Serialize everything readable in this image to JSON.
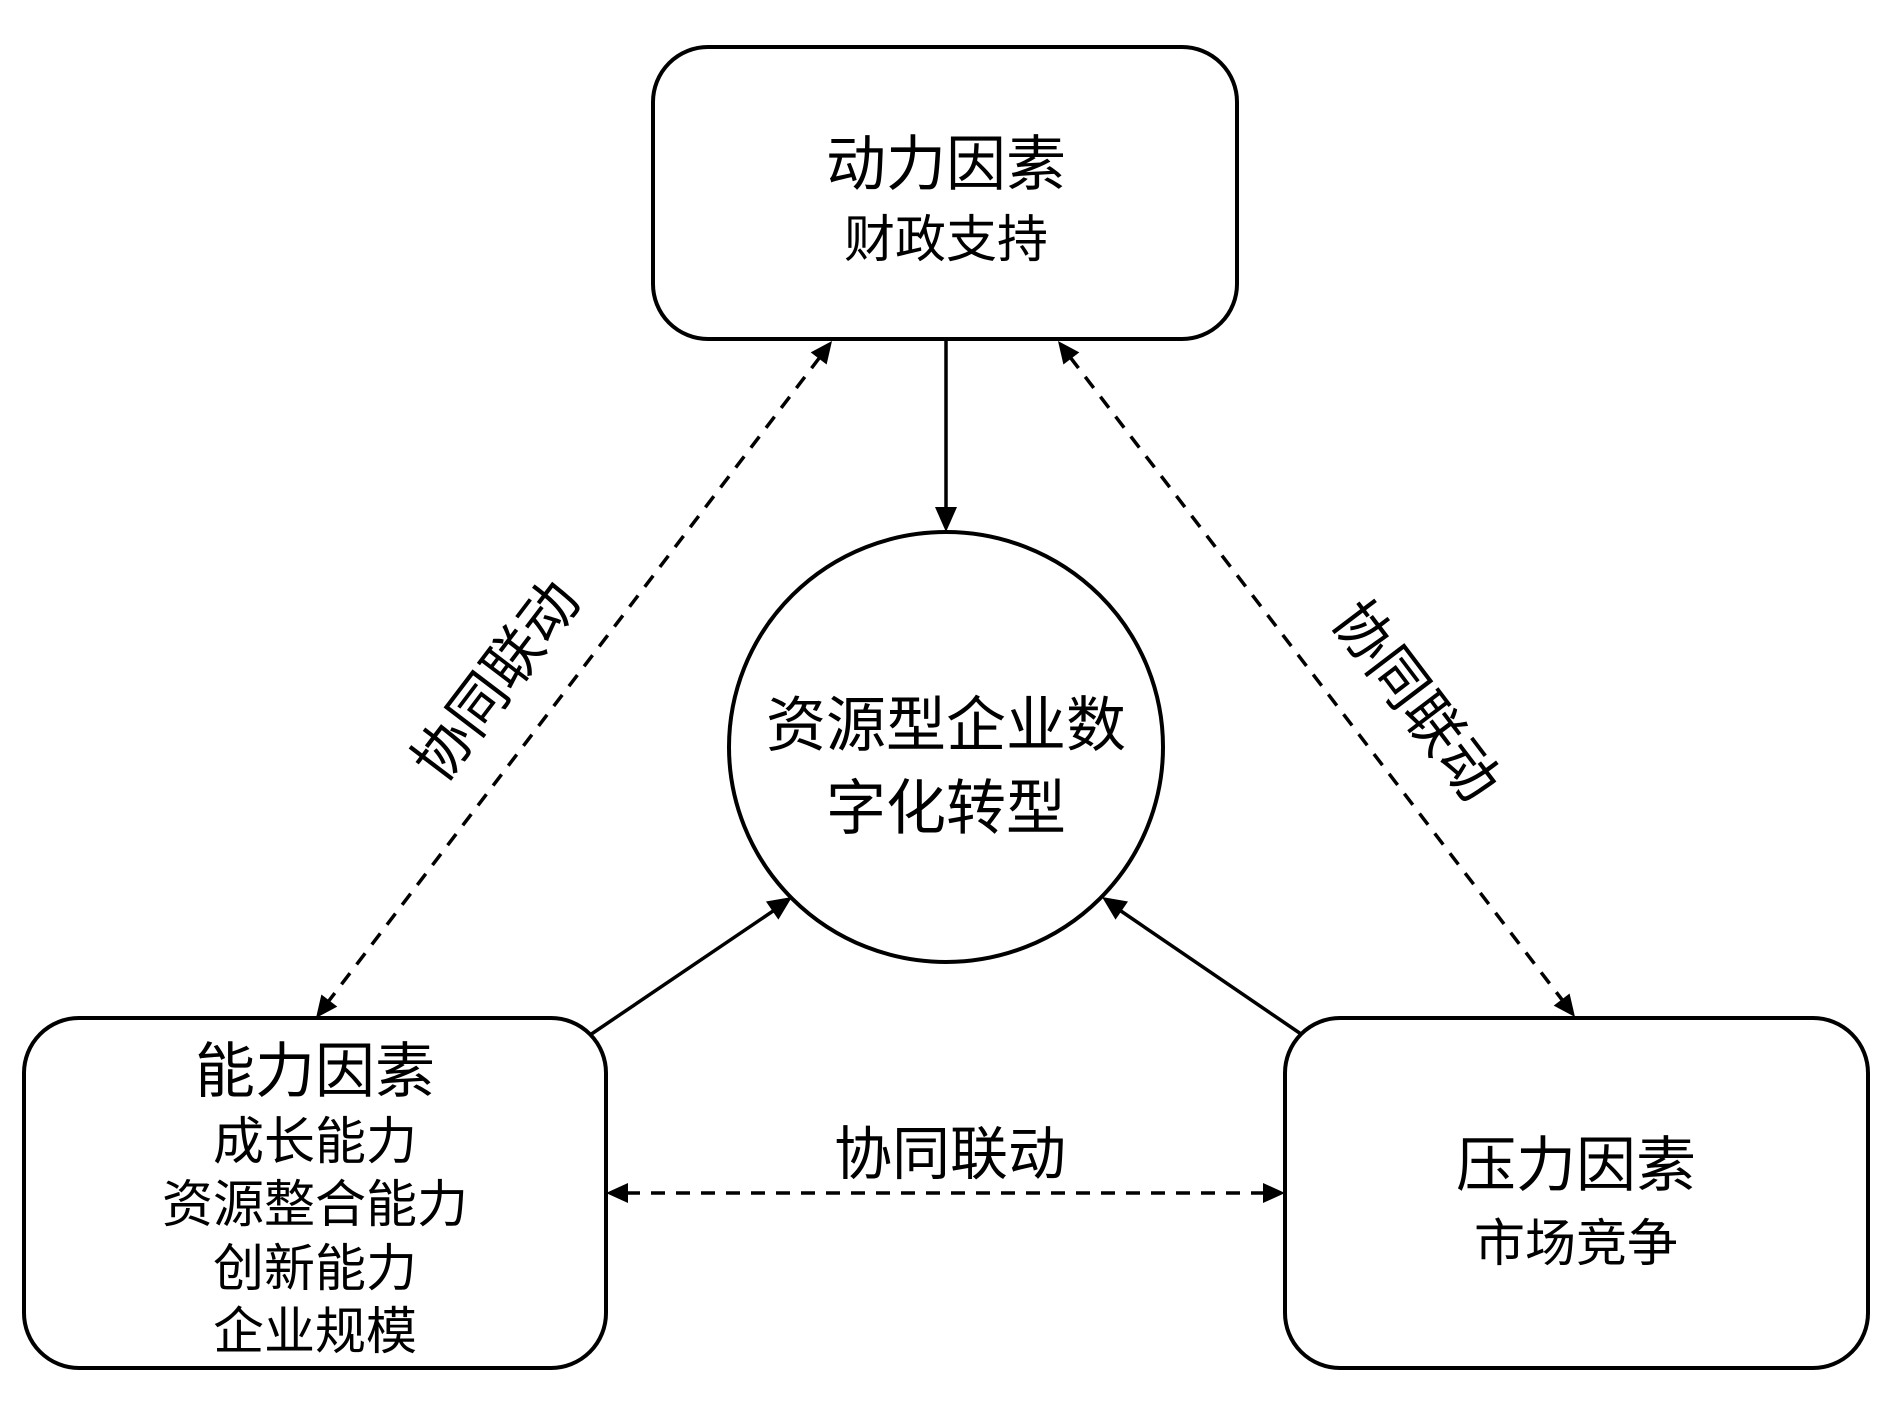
{
  "diagram": {
    "center": {
      "lines": [
        "资源型企业数",
        "字化转型"
      ]
    },
    "nodes": {
      "top": {
        "title": "动力因素",
        "items": [
          "财政支持"
        ]
      },
      "left": {
        "title": "能力因素",
        "items": [
          "成长能力",
          "资源整合能力",
          "创新能力",
          "企业规模"
        ]
      },
      "right": {
        "title": "压力因素",
        "items": [
          "市场竞争"
        ]
      }
    },
    "links": {
      "top_left_label": "协同联动",
      "top_right_label": "协同联动",
      "left_right_label": "协同联动"
    }
  },
  "colors": {
    "stroke": "#000000",
    "background": "#ffffff"
  }
}
